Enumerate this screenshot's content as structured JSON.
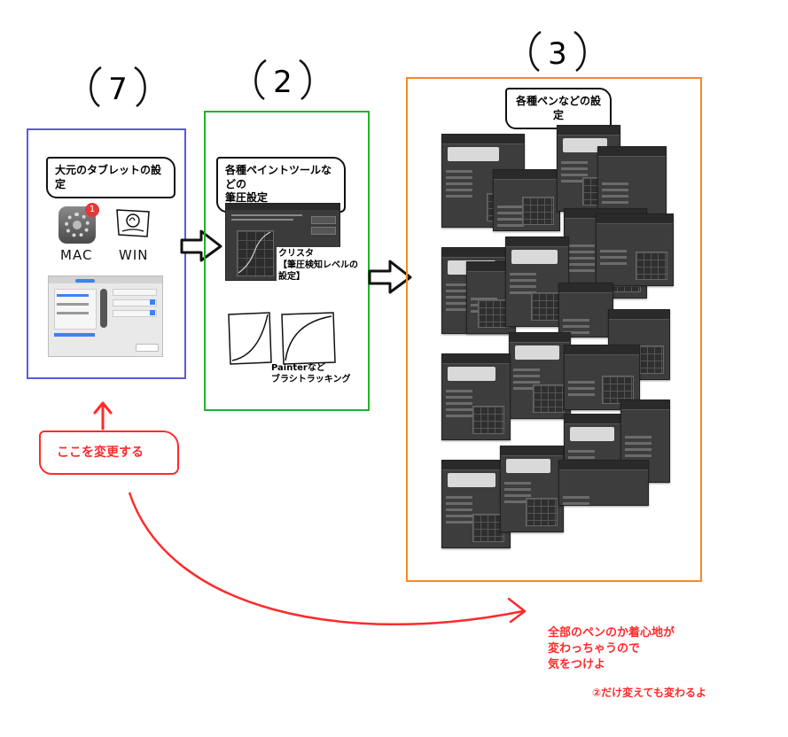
{
  "step_numbers": {
    "one": "7",
    "two": "2",
    "three": "3"
  },
  "box1": {
    "title": "大元のタブレットの設定",
    "mac_label": "MAC",
    "win_label": "WIN",
    "badge": "1"
  },
  "box2": {
    "title_line1": "各種ペイントツールなどの",
    "title_line2": "筆圧設定",
    "clip_caption_line1": "クリスタ",
    "clip_caption_line2": "【筆圧検知レベルの設定】",
    "painter_caption_line1": "Painterなど",
    "painter_caption_line2": "ブラシトラッキング"
  },
  "box3": {
    "title": "各種ペンなどの設定"
  },
  "callout_red": "ここを変更する",
  "warning": {
    "line1": "全部のペンのか着心地が",
    "line2": "変わっちゃうので",
    "line3": "気をつけよ"
  },
  "footnote": "②だけ変えても変わるよ",
  "colors": {
    "box1": "#5b5bd6",
    "box2": "#22b22a",
    "box3": "#f58a24",
    "red": "#ff2a2a"
  }
}
